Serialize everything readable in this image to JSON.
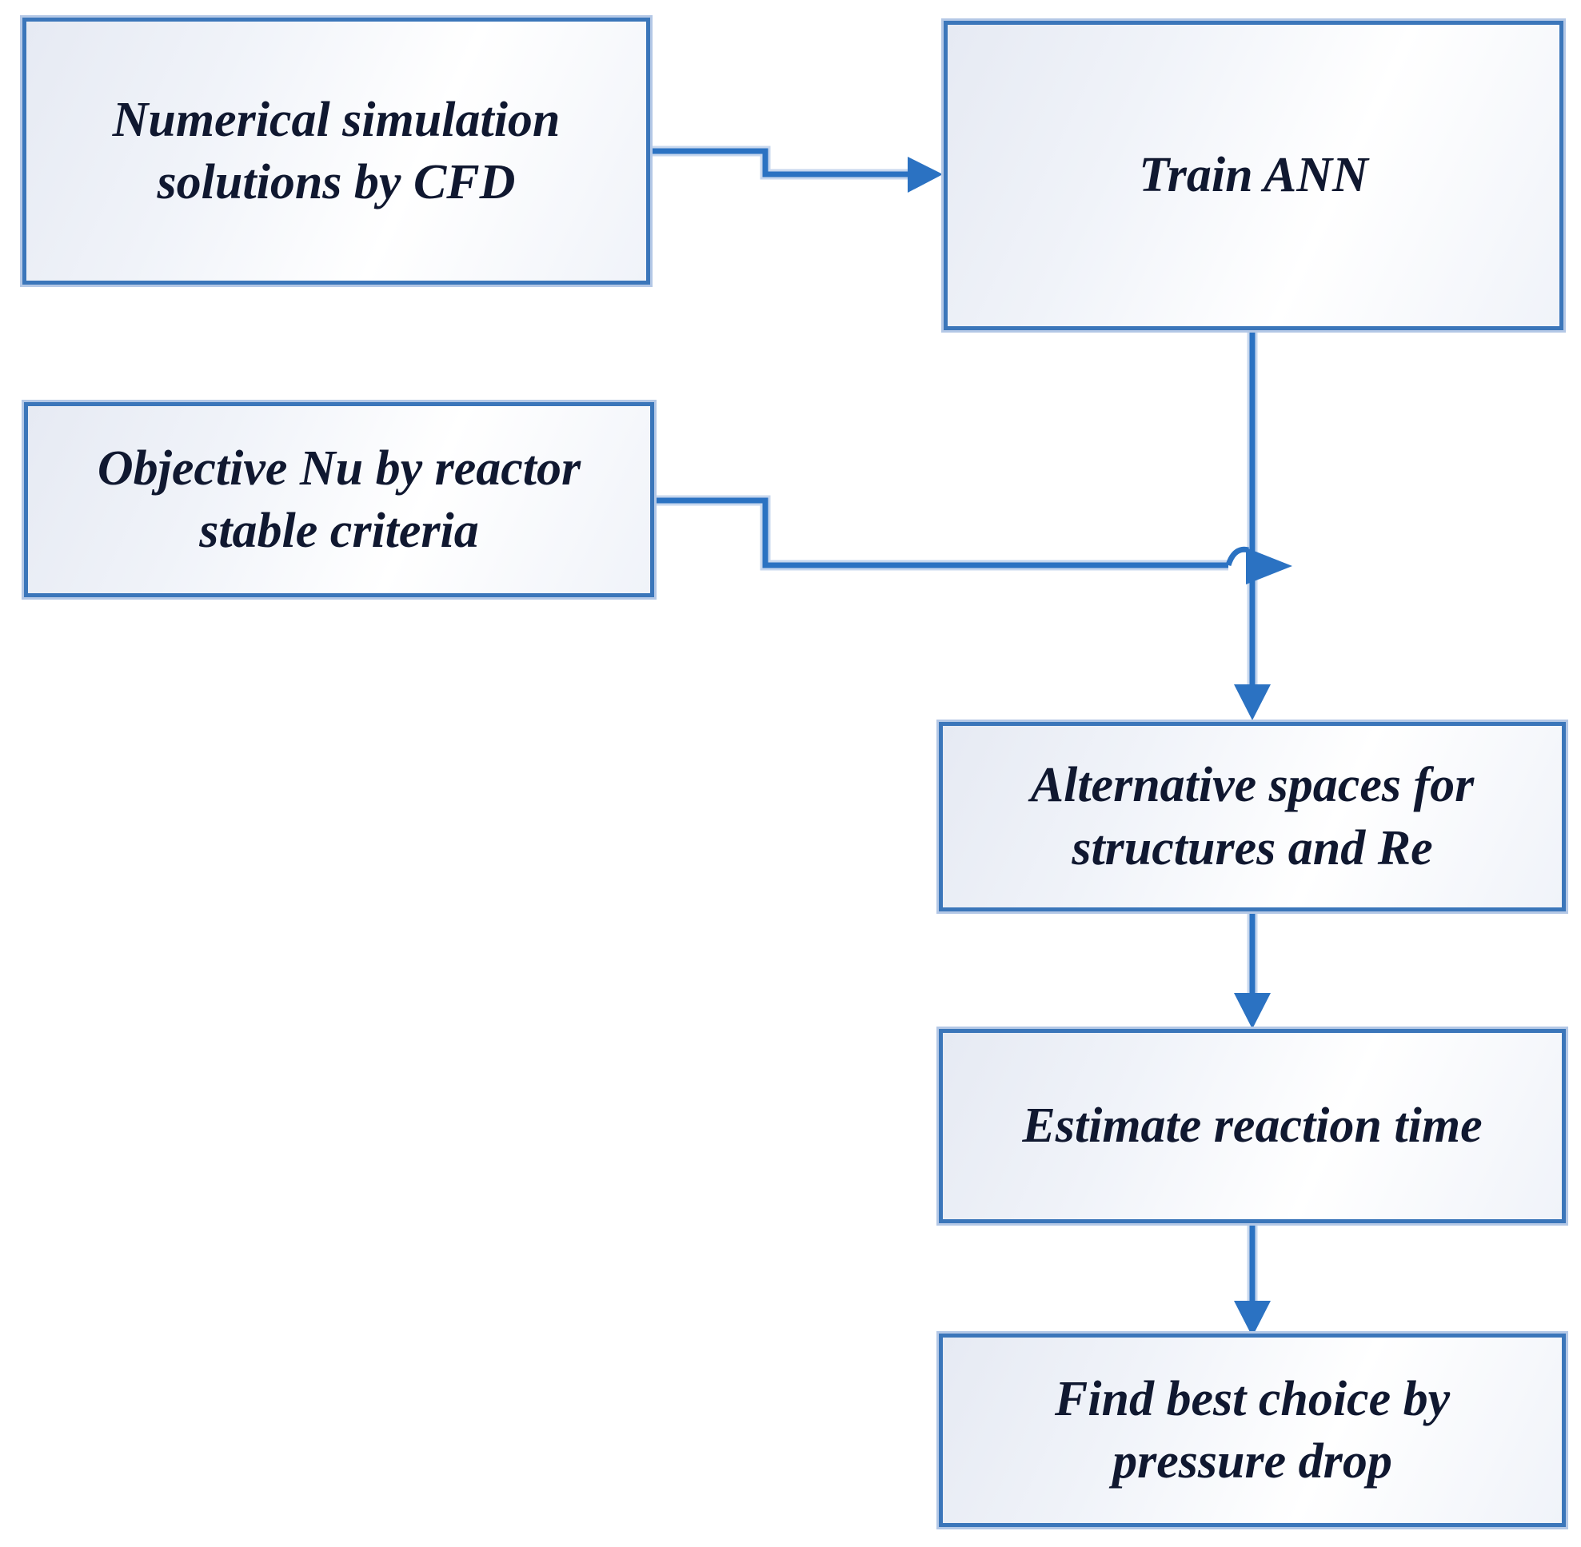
{
  "palette": {
    "connector_blue": "#2B72C2",
    "connector_halo": "#C7D7EE",
    "box_border_blue": "#3B76BA",
    "box_border_halo": "#B4C8E6",
    "box_fill_light": "#E6EAF3",
    "box_fill_mid": "#F0F3F9",
    "box_fill_white": "#FFFFFF",
    "text_dark_navy": "#101830",
    "canvas_background": "#FFFFFF"
  },
  "diagram": {
    "type": "flowchart",
    "nodes": {
      "numerical_simulation": {
        "lines": [
          "Numerical simulation",
          "solutions by CFD"
        ]
      },
      "train_ann": {
        "lines": [
          "Train ANN"
        ]
      },
      "objective_nu": {
        "lines": [
          "Objective Nu by reactor",
          "stable criteria"
        ]
      },
      "alternative_spaces": {
        "lines": [
          "Alternative spaces for",
          "structures and Re"
        ]
      },
      "estimate_time": {
        "lines": [
          "Estimate reaction time"
        ]
      },
      "best_choice": {
        "lines": [
          "Find best choice by",
          "pressure drop"
        ]
      }
    },
    "edges": [
      {
        "id": "cfd-to-train-ann",
        "from": "numerical_simulation",
        "to": "train_ann",
        "style": "elbow",
        "arrow": "right"
      },
      {
        "id": "train-ann-to-alt-spaces",
        "from": "train_ann",
        "to": "alternative_spaces",
        "style": "straight",
        "arrow": "down"
      },
      {
        "id": "objective-nu-merge",
        "from": "objective_nu",
        "to": "train-ann-to-alt-spaces",
        "style": "elbow-with-hop",
        "arrow": "right"
      },
      {
        "id": "alt-spaces-to-estimate",
        "from": "alternative_spaces",
        "to": "estimate_time",
        "style": "straight",
        "arrow": "down"
      },
      {
        "id": "estimate-to-best-choice",
        "from": "estimate_time",
        "to": "best_choice",
        "style": "straight",
        "arrow": "down"
      }
    ]
  }
}
